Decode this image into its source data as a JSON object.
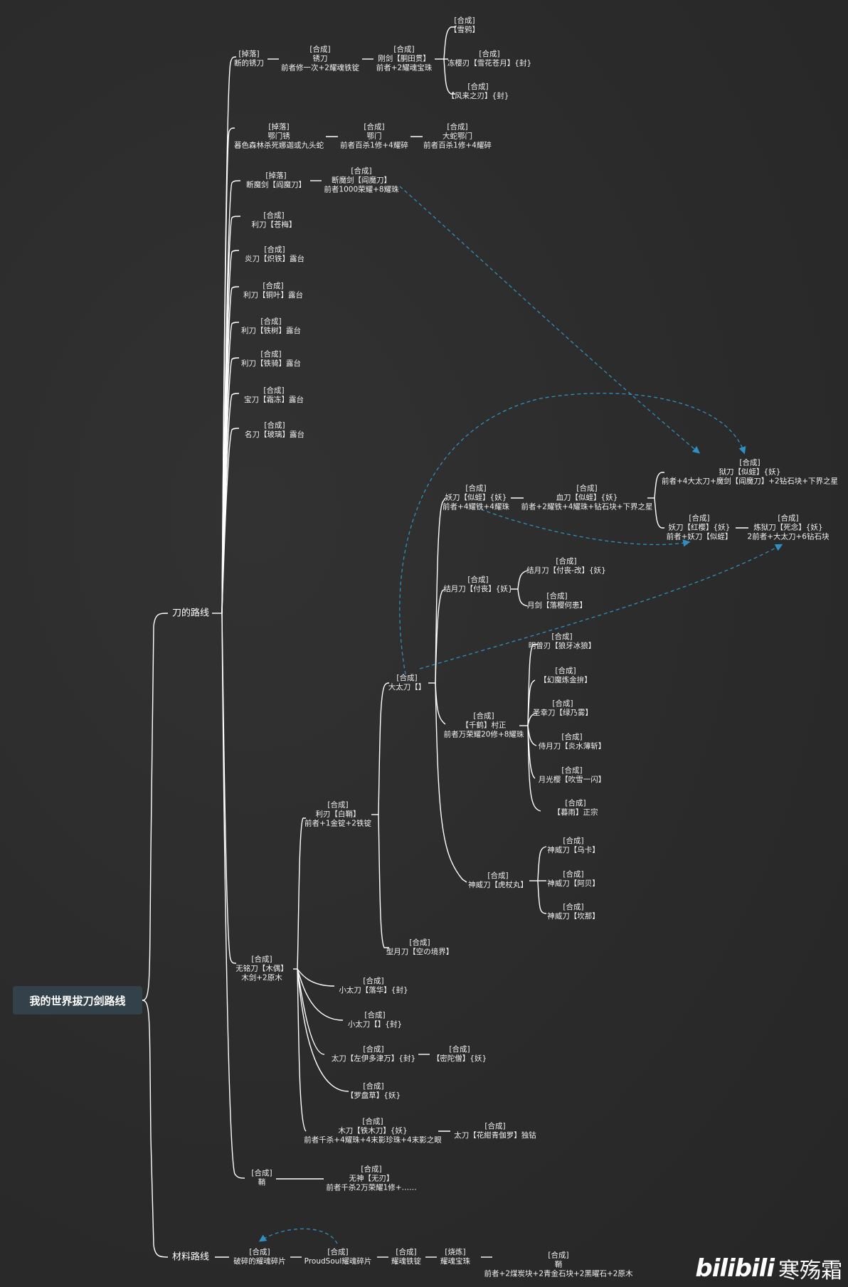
{
  "root": "我的世界拔刀剑路线",
  "branches": {
    "blade": "刀的路线",
    "material": "材料路线"
  },
  "watermark": {
    "logo": "bilibili",
    "name": "寒殇霜"
  },
  "nodes": {
    "n1": [
      "[掉落]",
      "断的锈刀"
    ],
    "n2": [
      "[合成]",
      "锈刀",
      "前者修一次+2耀魂铁锭"
    ],
    "n3": [
      "[合成]",
      "刚剑【胴田贯】",
      "前者+2耀魂宝珠"
    ],
    "n4": [
      "[合成]",
      "【雪鸦】"
    ],
    "n5": [
      "[合成]",
      "冻樱刃【雪花苍月】{封}"
    ],
    "n6": [
      "[合成]",
      "【风来之刃】{封}"
    ],
    "n7": [
      "[掉落]",
      "鄂门锈",
      "暮色森林杀死娜迦或九头蛇"
    ],
    "n8": [
      "[合成]",
      "鄂门",
      "前者百杀1修+4耀碎"
    ],
    "n9": [
      "[合成]",
      "大蛇鄂门",
      "前者百杀1修+4耀碎"
    ],
    "n10": [
      "[掉落]",
      "断魔剑【阎魔刀】"
    ],
    "n11": [
      "[合成]",
      "断魔剑【阎魔刀】",
      "前者1000荣耀+8耀珠"
    ],
    "n12": [
      "[合成]",
      "利刀【苍梅】"
    ],
    "n13": [
      "[合成]",
      "炎刀【炽铁】露台"
    ],
    "n14": [
      "[合成]",
      "利刀【铜叶】露台"
    ],
    "n15": [
      "[合成]",
      "利刀【铁树】露台"
    ],
    "n16": [
      "[合成]",
      "利刀【铁骑】露台"
    ],
    "n17": [
      "[合成]",
      "宝刀【霜冻】露台"
    ],
    "n18": [
      "[合成]",
      "名刀【玻璃】露台"
    ],
    "n19": [
      "[合成]",
      "狱刀【似蛭】{妖}",
      "前者+4大太刀+魔剑【阎魔刀】+2钻石块+下界之星"
    ],
    "n20": [
      "[合成]",
      "妖刀【似蛭】{妖}",
      "前者+4耀铁+4耀珠"
    ],
    "n21": [
      "[合成]",
      "血刀【似蛭】{妖}",
      "前者+2耀铁+4耀珠+钻石块+下界之星"
    ],
    "n22": [
      "[合成]",
      "妖刀【红樱】{妖}",
      "前者+妖刀【似蛭】"
    ],
    "n23": [
      "[合成]",
      "炼狱刀【死念】{妖}",
      "2前者+大太刀+6钻石块"
    ],
    "n24": [
      "[合成]",
      "结月刀【付丧】{妖}"
    ],
    "n25": [
      "[合成]",
      "结月刀【付丧-改】{妖}"
    ],
    "n26": [
      "[合成]",
      "月剑【落樱何患】"
    ],
    "n27": [
      "[合成]",
      "大太刀【】"
    ],
    "n28": [
      "[合成]",
      "明曾刃【狼牙冰狼】"
    ],
    "n29": [
      "[合成]",
      "【幻魔炼金拚】"
    ],
    "n30": [
      "[合成]",
      "圣幸刀【绿乃雾】"
    ],
    "n31": [
      "[合成]",
      "【千鹤】村正",
      "前者万荣耀20修+8耀珠"
    ],
    "n32": [
      "[合成]",
      "侍月刀【炎水薄斩】"
    ],
    "n33": [
      "[合成]",
      "月光樱【吹雪一闪】"
    ],
    "n34": [
      "[合成]",
      "【暮雨】正宗"
    ],
    "n35": [
      "[合成]",
      "利刃【白鞘】",
      "前者+1金锭+2铁锭"
    ],
    "n36": [
      "[合成]",
      "神威刀【乌卡】"
    ],
    "n37": [
      "[合成]",
      "神威刀【虎杖丸】"
    ],
    "n38": [
      "[合成]",
      "神威刀【阿贝】"
    ],
    "n39": [
      "[合成]",
      "神威刀【坎那】"
    ],
    "n40": [
      "[合成]",
      "型月刀【空の境界】"
    ],
    "n41": [
      "[合成]",
      "无铭刀【木偶】",
      "木剑+2原木"
    ],
    "n42": [
      "[合成]",
      "小太刀【落华】{封}"
    ],
    "n43": [
      "[合成]",
      "小太刀【】{封}"
    ],
    "n44": [
      "[合成]",
      "太刀【左伊多津万】{封}"
    ],
    "n45": [
      "[合成]",
      "【密陀僧】{妖}"
    ],
    "n46": [
      "[合成]",
      "【罗盘草】{妖}"
    ],
    "n47": [
      "[合成]",
      "木刀【铁木刀】{妖}",
      "前者千杀+4耀珠+4末影珍珠+4末影之眼"
    ],
    "n48": [
      "[合成]",
      "太刀【花紺青伽罗】独钴"
    ],
    "n49": [
      "[合成]",
      "鞘"
    ],
    "n50": [
      "[合成]",
      "无神【无刃】",
      "前者千杀2万荣耀1修+……"
    ],
    "n51": [
      "[合成]",
      "破碎的耀魂碎片"
    ],
    "n52": [
      "[合成]",
      "ProudSoul耀魂碎片"
    ],
    "n53": [
      "[合成]",
      "耀魂铁锭"
    ],
    "n54": [
      "[烧炼]",
      "耀魂宝珠"
    ],
    "n55": [
      "[合成]",
      "鞘",
      "前者+2煤炭块+2青金石块+2黑曜石+2原木"
    ]
  }
}
